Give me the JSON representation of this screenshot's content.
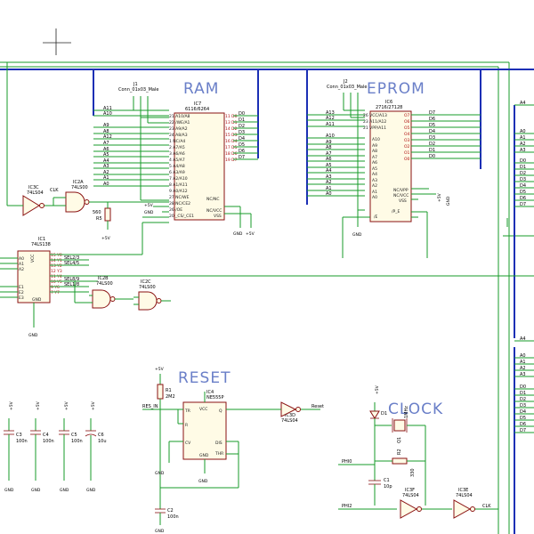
{
  "sections": {
    "ram": "RAM",
    "eprom": "EPROM",
    "reset": "RESET",
    "clock": "CLOCK"
  },
  "colors": {
    "wire": "#179b2a",
    "bus": "#1b2fb5",
    "part_outline": "#8a1111",
    "part_fill": "#fffbe6",
    "title": "#6a7fc8"
  },
  "ram": {
    "ref": "IC7",
    "value": "6116/6264",
    "left_pins": [
      "21 A10/A8",
      "22 /WE/A1",
      "23 A9/A2",
      "24 A8/A3",
      "1 NC/A4",
      "2 A7/A5",
      "3 A6/A6",
      "4 A5/A7",
      "5 A4/A8",
      "6 A3/A9",
      "7 A2/A10",
      "8 A1/A11",
      "9 A0/A12"
    ],
    "right_pins": [
      "11 D0",
      "13 D1",
      "14 D2",
      "15 D3",
      "16 D4",
      "17 D5",
      "18 D6",
      "19 D7"
    ],
    "ctrl_pins": [
      "27 NC/WE",
      "28 NC/CE2",
      "26 /OE",
      "20 _CS/_CE1"
    ],
    "vcc_pins": [
      "NC/NC",
      "NC/VCC",
      "VSS"
    ],
    "addr_labels": [
      "A11",
      "A10",
      "A9",
      "A8",
      "A12",
      "A7",
      "A6",
      "A5",
      "A4",
      "A3",
      "A2",
      "A1",
      "A0"
    ],
    "data_labels": [
      "D0",
      "D1",
      "D2",
      "D3",
      "D4",
      "D5",
      "D6",
      "D7"
    ]
  },
  "j1": {
    "ref": "J1",
    "value": "Conn_01x03_Male"
  },
  "j2": {
    "ref": "J2",
    "value": "Conn_01x03_Male"
  },
  "eprom": {
    "ref": "IC6",
    "value": "2716/27128",
    "left_pins": [
      "26 VCC/A13",
      "23 A11/A12",
      "21 VPP/A11",
      "A10",
      "A9",
      "A8",
      "A7",
      "A6",
      "A5",
      "A4",
      "A3",
      "A2",
      "A1",
      "A0"
    ],
    "right_pins": [
      "O7",
      "O6",
      "O5",
      "O4",
      "O3",
      "O2",
      "O1",
      "O0"
    ],
    "ctrl_pins": [
      "NC/VPP",
      "NC/VCC",
      "VSS",
      "/P_E",
      "/E"
    ],
    "addr_labels": [
      "A13",
      "A12",
      "A11",
      "A10",
      "A9",
      "A8",
      "A7",
      "A6",
      "A5",
      "A4",
      "A3",
      "A2",
      "A1",
      "A0"
    ],
    "data_labels": [
      "D7",
      "D6",
      "D5",
      "D4",
      "D3",
      "D2",
      "D1",
      "D0"
    ],
    "vpp_label": "+5V",
    "gnd_label": "GND"
  },
  "ic1": {
    "ref": "IC1",
    "value": "74LS138",
    "left_pins": [
      "A0",
      "A1",
      "A2",
      "E1",
      "E2",
      "E3"
    ],
    "right_pins": [
      "15 Y0",
      "14 Y1",
      "13 Y2",
      "12 Y3",
      "11 Y4",
      "10 Y5",
      "9 Y6",
      "7 Y7"
    ],
    "net_labels": [
      "SEL2/3",
      "SEL4/5",
      "SEL8/9",
      "SEL1/8"
    ],
    "vcc": "VCC",
    "gnd": "GND"
  },
  "gates": {
    "ic3c": {
      "ref": "IC3C",
      "value": "74LS04"
    },
    "ic2a": {
      "ref": "IC2A",
      "value": "74LS00"
    },
    "ic2b": {
      "ref": "IC2B",
      "value": "74LS00"
    },
    "ic2c": {
      "ref": "IC2C",
      "value": "74LS00"
    },
    "ic3d": {
      "ref": "IC3D",
      "value": "74LS04"
    },
    "ic3f": {
      "ref": "IC3F",
      "value": "74LS04"
    },
    "ic3e": {
      "ref": "IC3E",
      "value": "74LS04"
    }
  },
  "r5": {
    "ref": "R5",
    "value": "560"
  },
  "clk_label": "CLK",
  "reset": {
    "r1": {
      "ref": "R1",
      "value": "2M2"
    },
    "ic4": {
      "ref": "IC4",
      "value": "NE555P",
      "pins": [
        "TR",
        "Q",
        "R",
        "DIS",
        "CV",
        "THR",
        "GND",
        "VCC"
      ]
    },
    "c2": {
      "ref": "C2",
      "value": "100n"
    },
    "res_in": "RES_IN",
    "reset_out": "Reset",
    "vcc": "+5V",
    "gnd": "GND"
  },
  "decoupling": [
    {
      "ref": "C3",
      "value": "100n"
    },
    {
      "ref": "C4",
      "value": "100n"
    },
    {
      "ref": "C5",
      "value": "100n"
    },
    {
      "ref": "C6",
      "value": "10u"
    }
  ],
  "clock": {
    "d1": "D1",
    "q1": "Q1",
    "q1_value": "1MHz",
    "r2": "R2",
    "r2_value": "330",
    "c1": "C1",
    "c1_value": "10p",
    "phi0": "PHI0",
    "phi2": "PHI2",
    "clk": "CLK"
  },
  "right_bus_labels": [
    "A4",
    "A0",
    "A1",
    "A2",
    "A3",
    "D0",
    "D1",
    "D2",
    "D3",
    "D4",
    "D5",
    "D6",
    "D7",
    "A4",
    "A0",
    "A1",
    "A2",
    "A3",
    "D0",
    "D1",
    "D2",
    "D3",
    "D4",
    "D5",
    "D6",
    "D7"
  ],
  "power": {
    "vcc": "+5V",
    "gnd": "GND"
  }
}
